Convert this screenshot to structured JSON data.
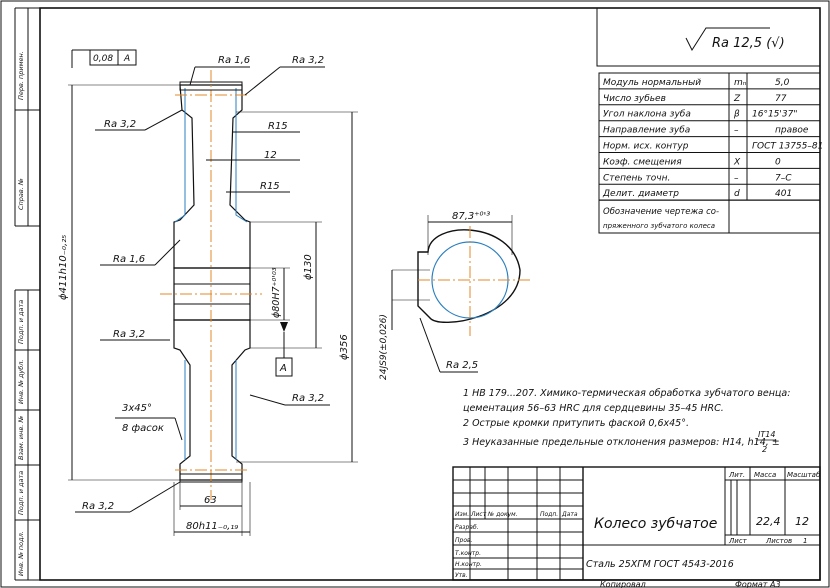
{
  "title_block": {
    "part_name": "Колесо зубчатое",
    "material": "Сталь 25ХГМ ГОСТ 4543-2016",
    "col_lit": "Лит.",
    "col_mass": "Масса",
    "col_scale": "Масштаб",
    "mass": "22,4",
    "scale": "12",
    "sheet_label": "Лист",
    "sheets_label": "Листов",
    "sheets_value": "1",
    "copied": "Копировал",
    "format": "Формат А3",
    "rev_headers": [
      "Изм.",
      "Лист",
      "№ докум.",
      "Подп.",
      "Дата"
    ],
    "roles": [
      "Разраб.",
      "Пров.",
      "Т.контр.",
      "Н.контр.",
      "Утв."
    ]
  },
  "surface": {
    "general": "Ra 12,5 (√)"
  },
  "gear_table": {
    "rows": [
      {
        "param": "Модуль нормальный",
        "sym": "mₙ",
        "value": "5,0"
      },
      {
        "param": "Число зубьев",
        "sym": "Z",
        "value": "77"
      },
      {
        "param": "Угол наклона зуба",
        "sym": "β",
        "value": "16°15'37\""
      },
      {
        "param": "Направление зуба",
        "sym": "–",
        "value": "правое"
      },
      {
        "param": "Норм. исх. контур",
        "sym": "",
        "value": "ГОСТ 13755–81"
      },
      {
        "param": "Коэф. смещения",
        "sym": "X",
        "value": "0"
      },
      {
        "param": "Степень точн.",
        "sym": "–",
        "value": "7–С"
      },
      {
        "param": "Делит. диаметр",
        "sym": "d",
        "value": "401"
      }
    ],
    "mating_line1": "Обозначение чертежа со-",
    "mating_line2": "пряженного зубчатого колеса"
  },
  "notes": {
    "n1a": "1 HB  179...207.  Химико-термическая  обработка  зубчатого  венца:",
    "n1b": "цементация 56–63 HRC для сердцевины 35–45 HRC.",
    "n2": "2  Острые кромки притупить фаской 0,6х45°.",
    "n3": "3  Неуказанные предельные отклонения размеров: H14, h14, ±",
    "n3_num": "IT14",
    "n3_den": "2"
  },
  "dims": {
    "tolerance_value": "0,08",
    "base_a": "A",
    "ra16_top": "Ra 1,6",
    "ra32_top": "Ra 3,2",
    "ra32_left": "Ra 3,2",
    "r15a": "R15",
    "twelve": "12",
    "r15b": "R15",
    "ra16_mid": "Ra 1,6",
    "ra32_mid": "Ra 3,2",
    "phi411": "ϕ411h10₋₀,₂₅",
    "phi130": "ϕ130",
    "phi80": "ϕ80H7⁺⁰'⁰³",
    "phi356": "ϕ356",
    "chamfer1": "3х45°",
    "chamfer2": "8 фасок",
    "ra32_low": "Ra 3,2",
    "ra32_bottom": "Ra 3,2",
    "sixty3": "63",
    "eighty": "80h11₋₀,₁₉",
    "key_width": "87,3⁺⁰'³",
    "key_slot": "24JS9(±0,026)",
    "ra25": "Ra 2,5"
  },
  "side_labels": [
    "Перв. примен.",
    "Справ. №",
    "Подп. и дата",
    "Инв. № дубл.",
    "Взам. инв. №",
    "Подп. и дата",
    "Инв. № подл."
  ]
}
